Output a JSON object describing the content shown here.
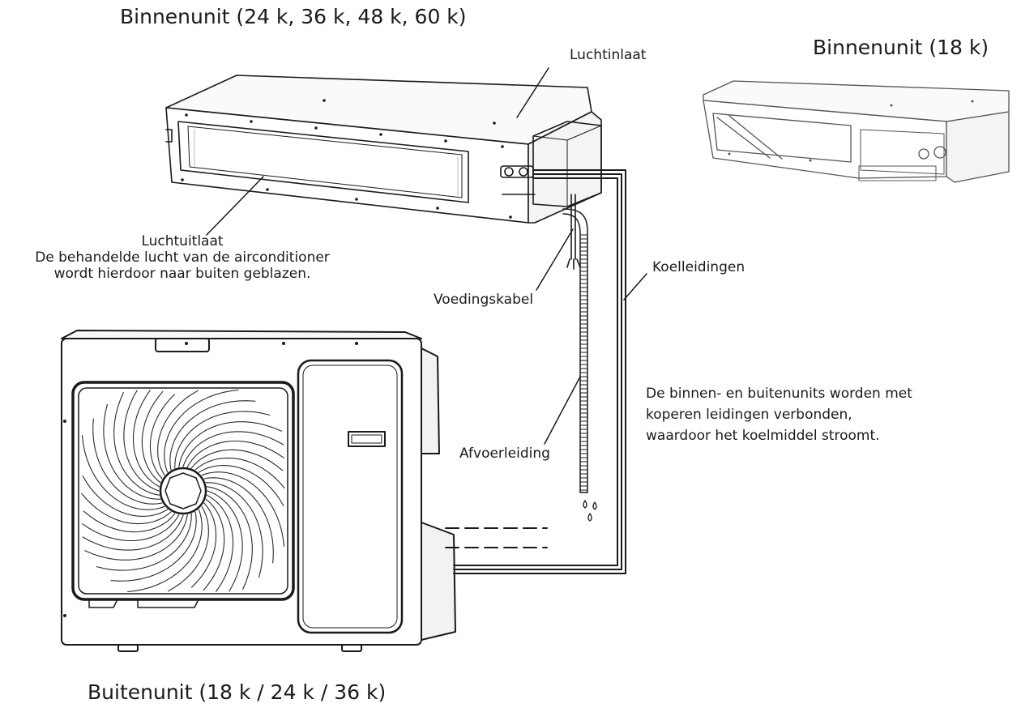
{
  "labels": {
    "indoor_large_title": "Binnenunit (24 k, 36 k, 48 k, 60 k)",
    "indoor_small_title": "Binnenunit (18 k)",
    "outdoor_title": "Buitenunit (18 k / 24 k / 36 k)",
    "air_inlet": "Luchtinlaat",
    "air_outlet": "Luchtuitlaat",
    "air_outlet_desc_1": "De behandelde lucht van de airconditioner",
    "air_outlet_desc_2": "wordt hierdoor naar buiten geblazen.",
    "power_cable": "Voedingskabel",
    "refrigerant_pipes": "Koelleidingen",
    "pipes_desc_1": "De binnen- en buitenunits worden met",
    "pipes_desc_2": "koperen leidingen verbonden,",
    "pipes_desc_3": "waardoor het koelmiddel stroomt.",
    "drain_pipe": "Afvoerleiding"
  }
}
